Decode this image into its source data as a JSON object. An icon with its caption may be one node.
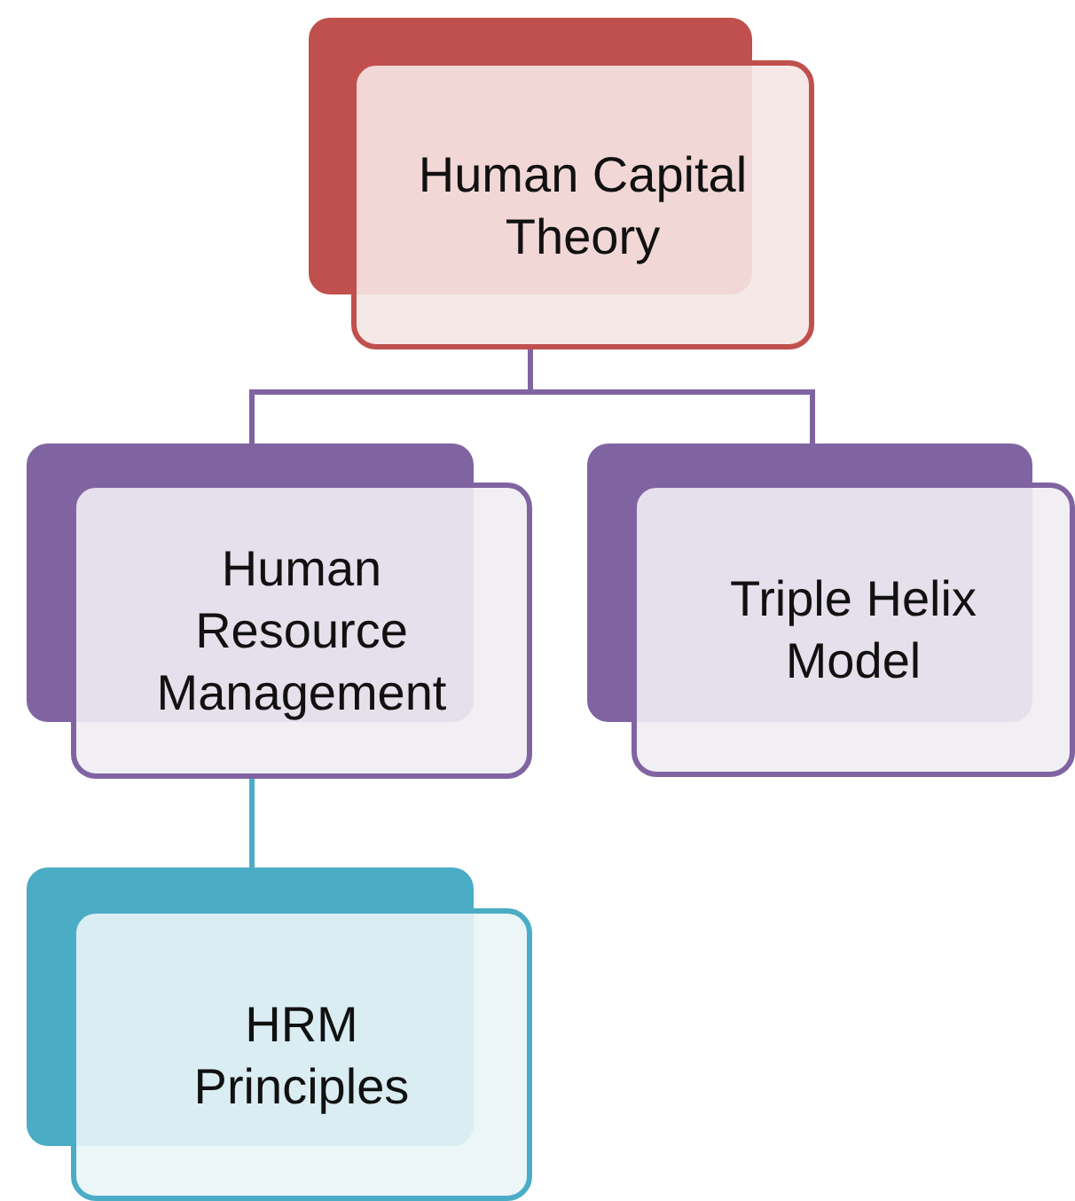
{
  "diagram": {
    "nodes": [
      {
        "text": [
          "Human Capital Theory"
        ]
      },
      {
        "text": [
          "Human Resource Management"
        ]
      },
      {
        "text": [
          "Triple Helix Model"
        ]
      },
      {
        "text": [
          "HRM Principles"
        ]
      }
    ],
    "edges": [
      {
        "from": 0,
        "to": 1,
        "arrow": "none"
      },
      {
        "from": 0,
        "to": 2,
        "arrow": "none"
      },
      {
        "from": 1,
        "to": 3,
        "arrow": "none",
        "color": "#4bacc6"
      }
    ]
  }
}
